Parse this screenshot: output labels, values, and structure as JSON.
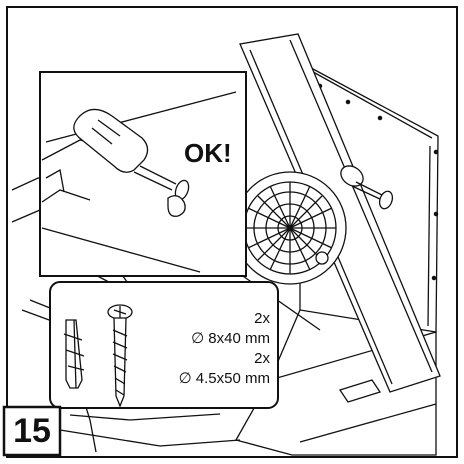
{
  "step": {
    "number": "15"
  },
  "callout": {
    "ok_label": "OK!"
  },
  "hardware": {
    "items": [
      {
        "quantity": "2x",
        "spec": "∅ 8x40 mm",
        "icon": "wall-plug-icon"
      },
      {
        "quantity": "2x",
        "spec": "∅ 4.5x50 mm",
        "icon": "screw-icon"
      }
    ]
  },
  "colors": {
    "line": "#111111",
    "background": "#ffffff"
  }
}
